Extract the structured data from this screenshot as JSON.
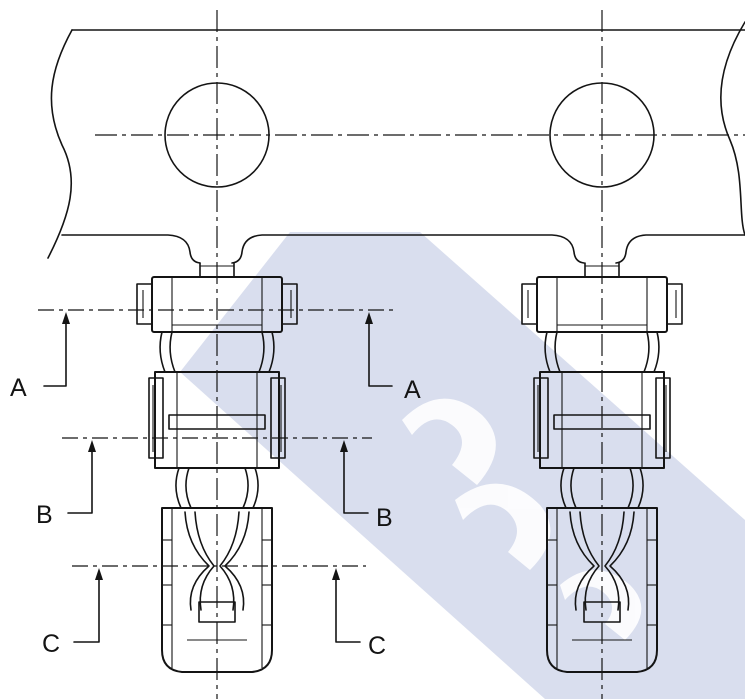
{
  "drawing": {
    "section_labels": {
      "a_left": "A",
      "a_right": "A",
      "b_left": "B",
      "b_right": "B",
      "c_left": "C",
      "c_right": "C"
    },
    "colors": {
      "line": "#141414",
      "watermark": "#b9c2e0",
      "background": "#ffffff"
    }
  }
}
